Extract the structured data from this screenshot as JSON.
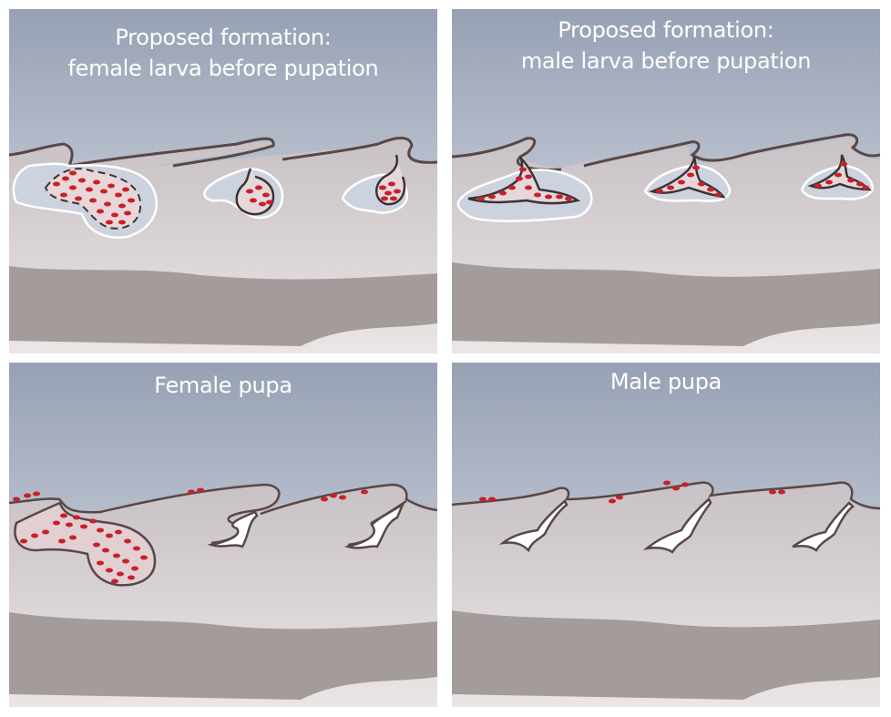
{
  "panels": {
    "top_left": {
      "title_line1": "Proposed formation:",
      "title_line2": "female larva before pupation"
    },
    "top_right": {
      "title_line1": "Proposed formation:",
      "title_line2": "male larva before pupation"
    },
    "bottom_left": {
      "title_line1": "Female pupa"
    },
    "bottom_right": {
      "title_line1": "Male pupa"
    }
  },
  "colors": {
    "sky_top": "#99a3b5",
    "sky_bottom": "#dcdfe8",
    "tissue_top": "#c9c2c6",
    "tissue_bottom": "#ece4e5",
    "cuticle": "#a59e9d",
    "outline": "#584847",
    "bacteria": "#c8202a",
    "pocket_fill": "#cdd3de"
  }
}
